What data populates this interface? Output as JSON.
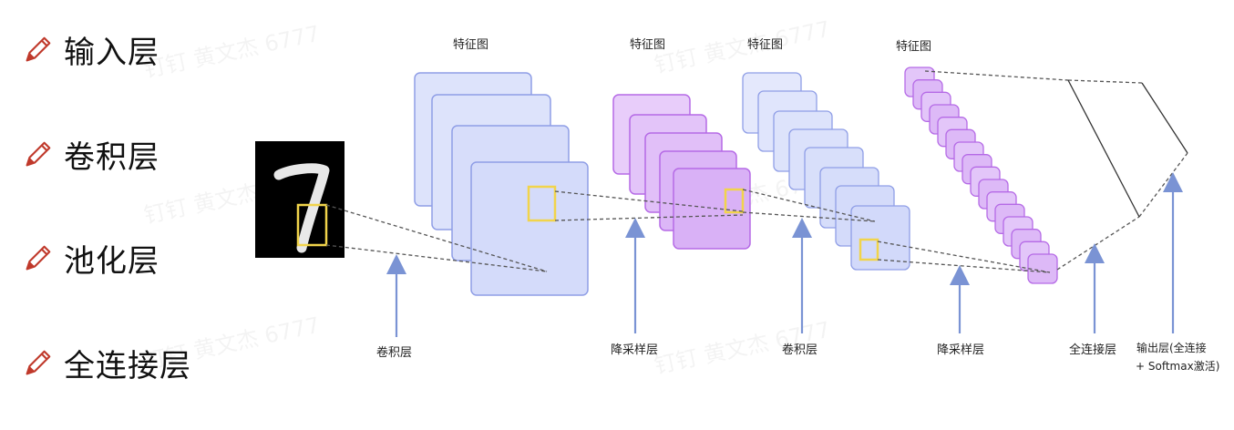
{
  "legend": {
    "items": [
      {
        "label": "输入层",
        "icon": "pencil-icon"
      },
      {
        "label": "卷积层",
        "icon": "pencil-icon"
      },
      {
        "label": "池化层",
        "icon": "pencil-icon"
      },
      {
        "label": "全连接层",
        "icon": "pencil-icon"
      }
    ]
  },
  "diagram": {
    "input_digit": "7",
    "feature_map_labels": [
      "特征图",
      "特征图",
      "特征图",
      "特征图"
    ],
    "stage_labels": {
      "conv1": "卷积层",
      "pool1": "降采样层",
      "conv2": "卷积层",
      "pool2": "降采样层",
      "fc": "全连接层",
      "output_line1": "输出层(全连接",
      "output_line2": "+ Softmax激活)"
    }
  },
  "watermark": "钉钉 黄文杰 6777",
  "colors": {
    "blue_fill": "#dde3fb",
    "blue_stroke": "#8f9ee6",
    "purple_fill": "#e7c9fa",
    "purple_stroke": "#b56ae6",
    "highlight": "#f1d44b",
    "arrow": "#7a93d4",
    "pencil": "#c0392b"
  }
}
